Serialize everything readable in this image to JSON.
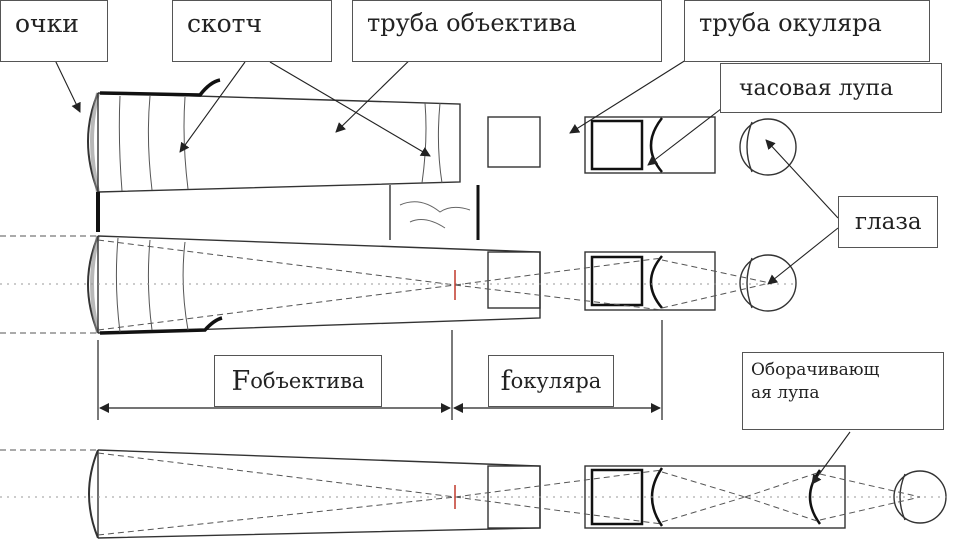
{
  "labels": {
    "glasses": "очки",
    "tape": "скотч",
    "objective_tube": "труба объектива",
    "eyepiece_tube": "труба окуляра",
    "watch_loupe": "часовая лупа",
    "eyes": "глаза",
    "inverting_loupe_line1": "Оборачивающ",
    "inverting_loupe_line2": "ая лупа"
  },
  "focal": {
    "objective_cap": "F",
    "objective_text": "объектива",
    "eyepiece_cap": "f",
    "eyepiece_text": "окуляра"
  },
  "colors": {
    "ink": "#333333",
    "heavy": "#111111",
    "ray": "#555555",
    "focus_mark": "#c0392b"
  }
}
